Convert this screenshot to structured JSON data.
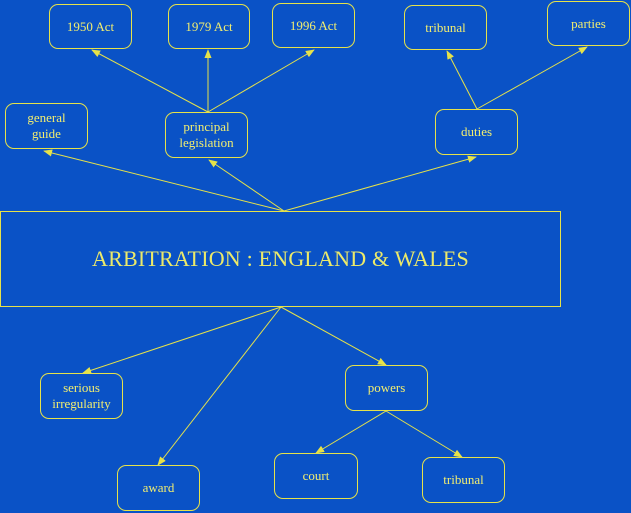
{
  "diagram": {
    "central_topic": "ARBITRATION : ENGLAND & WALES",
    "nodes": {
      "act1950": "1950 Act",
      "act1979": "1979 Act",
      "act1996": "1996 Act",
      "tribunal_top": "tribunal",
      "parties": "parties",
      "general_guide": "general\nguide",
      "principal_legislation": "principal\nlegislation",
      "duties": "duties",
      "serious_irregularity": "serious\nirregularity",
      "powers": "powers",
      "award": "award",
      "court": "court",
      "tribunal_bottom": "tribunal"
    },
    "colors": {
      "background": "#0a52c6",
      "line": "#e6e24a",
      "text": "#f2ee70"
    }
  }
}
